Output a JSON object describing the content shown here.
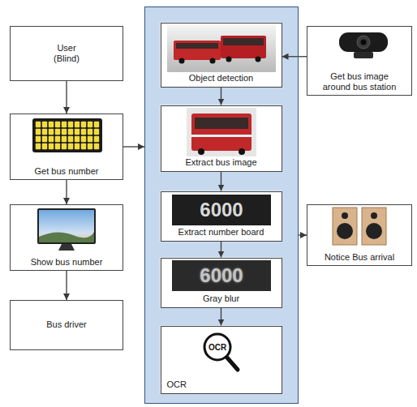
{
  "diagram": {
    "nodes": [
      {
        "text": [
          "User (Blind)"
        ]
      },
      {
        "text": []
      },
      {
        "text": [
          "Object detection"
        ],
        "in": 1
      },
      {
        "text": [
          "Extract bus image"
        ],
        "in": 1
      },
      {
        "text": [
          "Extract number board"
        ],
        "in": 1
      },
      {
        "text": [
          "Gray blur"
        ],
        "in": 1
      },
      {
        "text": [
          "OCR"
        ],
        "in": 1
      },
      {
        "text": [
          "Get bus image around bus station"
        ]
      },
      {
        "text": [
          "Get bus number"
        ]
      },
      {
        "text": [
          "Show bus number"
        ]
      },
      {
        "text": [
          "Bus driver"
        ]
      },
      {
        "text": [
          "Notice Bus arrival"
        ]
      }
    ],
    "edges": [
      {
        "from": 0,
        "to": 8,
        "arrow": "to"
      },
      {
        "from": 8,
        "to": 9,
        "arrow": "to"
      },
      {
        "from": 9,
        "to": 10,
        "arrow": "to"
      },
      {
        "from": 8,
        "to": 1,
        "arrow": "to"
      },
      {
        "from": 7,
        "to": 2,
        "arrow": "to"
      },
      {
        "from": 2,
        "to": 3,
        "arrow": "to"
      },
      {
        "from": 3,
        "to": 4,
        "arrow": "to"
      },
      {
        "from": 4,
        "to": 5,
        "arrow": "to"
      },
      {
        "from": 5,
        "to": 6,
        "arrow": "to"
      },
      {
        "from": 1,
        "to": 11,
        "arrow": "to"
      }
    ],
    "labels": [
      "6000",
      "6000",
      "OCR"
    ]
  }
}
